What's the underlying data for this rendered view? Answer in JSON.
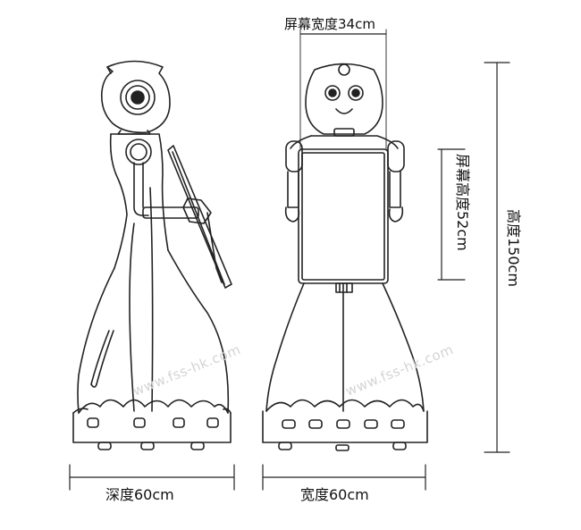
{
  "dimensions": {
    "screen_width": "屏幕宽度34cm",
    "screen_height": "屏幕高度52cm",
    "total_height": "高度150cm",
    "depth": "深度60cm",
    "width": "宽度60cm"
  },
  "watermark": "www.fss-hk.com",
  "colors": {
    "stroke": "#222222",
    "watermark": "#d4d4d4"
  }
}
